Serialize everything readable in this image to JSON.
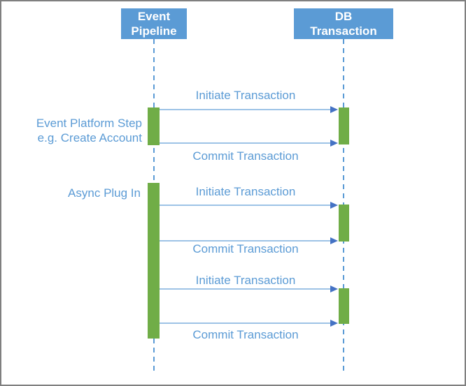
{
  "diagram": {
    "type": "sequence",
    "actors": [
      {
        "id": "event-pipeline",
        "line1": "Event",
        "line2": "Pipeline"
      },
      {
        "id": "db-transaction",
        "line1": "DB",
        "line2": "Transaction"
      }
    ],
    "annotations": [
      {
        "line1": "Event Platform Step",
        "line2": "e.g. Create Account"
      },
      {
        "line1": "Async Plug In"
      }
    ],
    "messages": [
      {
        "label": "Initiate Transaction",
        "from": "event-pipeline",
        "to": "db-transaction"
      },
      {
        "label": "Commit Transaction",
        "from": "event-pipeline",
        "to": "db-transaction"
      },
      {
        "label": "Initiate Transaction",
        "from": "event-pipeline",
        "to": "db-transaction"
      },
      {
        "label": "Commit Transaction",
        "from": "event-pipeline",
        "to": "db-transaction"
      },
      {
        "label": "Initiate Transaction",
        "from": "event-pipeline",
        "to": "db-transaction"
      },
      {
        "label": "Commit Transaction",
        "from": "event-pipeline",
        "to": "db-transaction"
      }
    ],
    "colors": {
      "actor_fill": "#5B9BD5",
      "actor_text": "#FFFFFF",
      "lifeline": "#5B9BD5",
      "activation_fill": "#70AD47",
      "message_line": "#9DC3E6",
      "arrowhead": "#4472C4",
      "label_text": "#5B9BD5",
      "frame_border": "#7F7F7F",
      "background": "#FFFFFF"
    }
  }
}
